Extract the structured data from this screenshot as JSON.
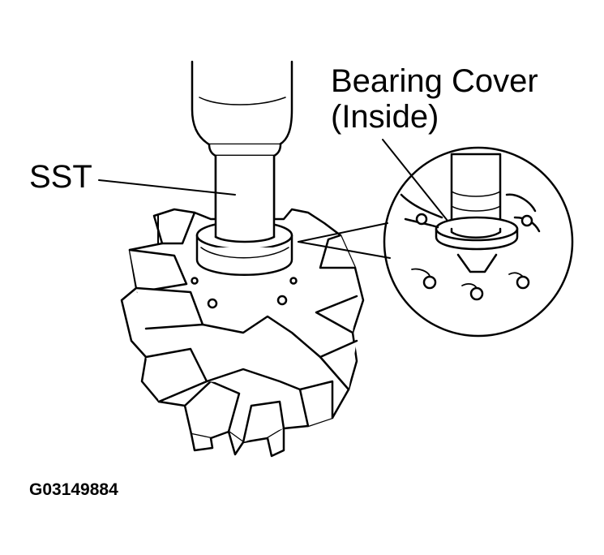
{
  "labels": {
    "sst": "SST",
    "bearing_cover_line1": "Bearing Cover",
    "bearing_cover_line2": "(Inside)"
  },
  "figure_id": "G03149884"
}
